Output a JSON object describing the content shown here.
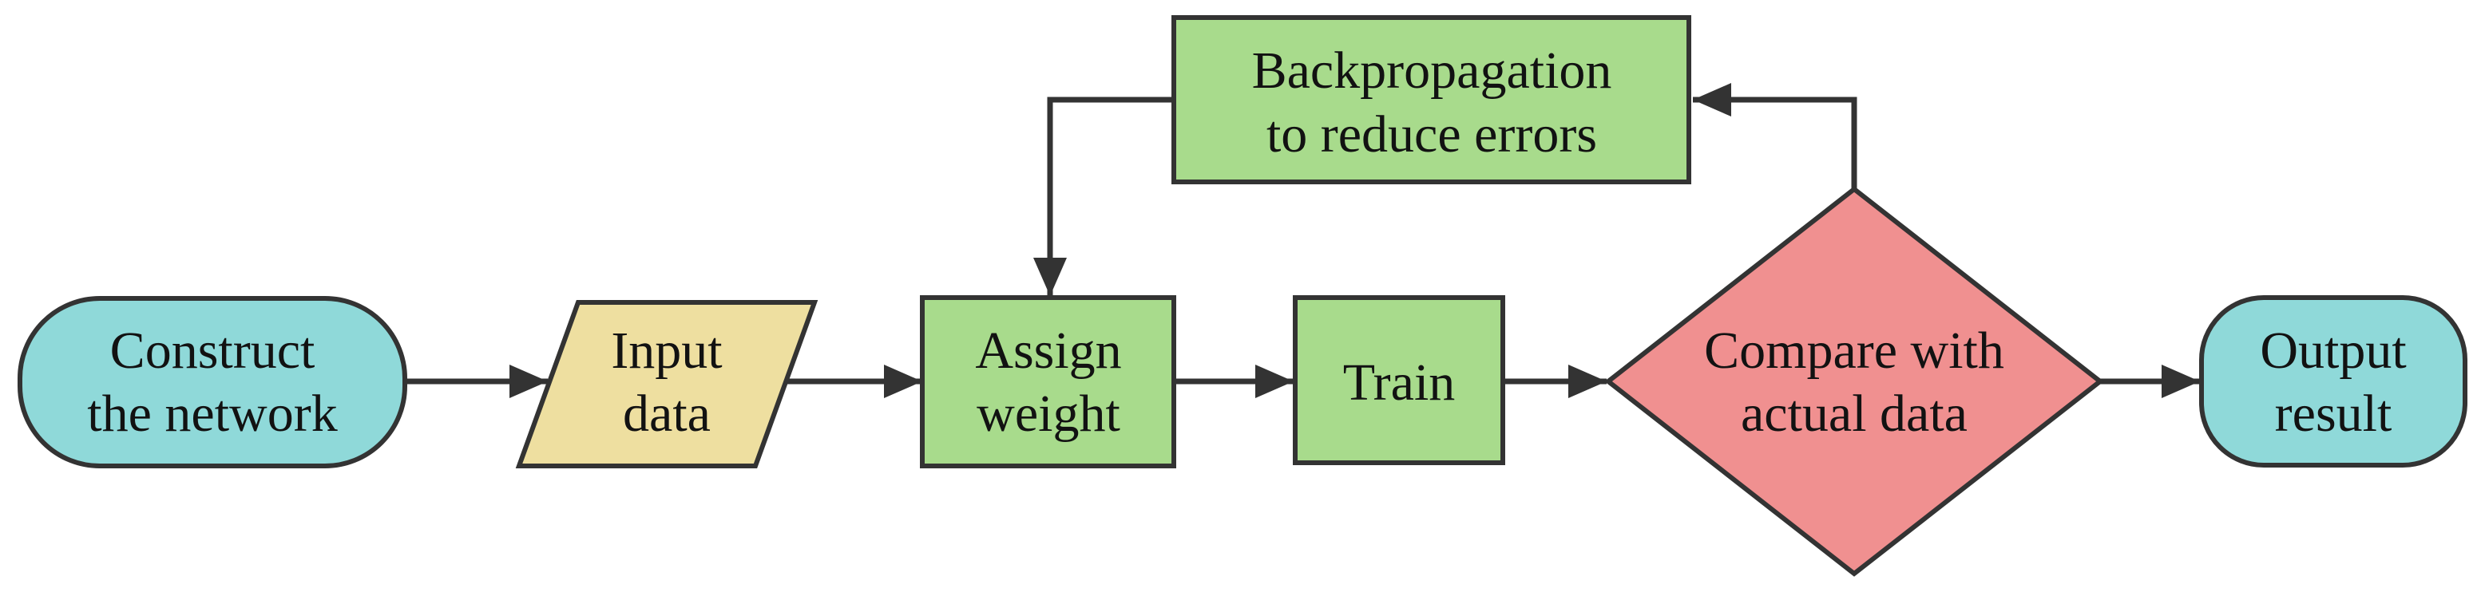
{
  "colors": {
    "teal_fill": "#8FD9D9",
    "khaki_fill": "#EEDFA0",
    "green_fill": "#A8DB8C",
    "red_fill": "#F09090",
    "line": "#333333",
    "text": "#121212"
  },
  "nodes": {
    "construct_network": {
      "shape": "stadium",
      "fill": "#8FD9D9",
      "lines": [
        "Construct",
        "the network"
      ]
    },
    "input_data": {
      "shape": "parallelogram",
      "fill": "#EEDFA0",
      "lines": [
        "Input",
        "data"
      ]
    },
    "assign_weight": {
      "shape": "rectangle",
      "fill": "#A8DB8C",
      "lines": [
        "Assign",
        "weight"
      ]
    },
    "train": {
      "shape": "rectangle",
      "fill": "#A8DB8C",
      "lines": [
        "Train"
      ]
    },
    "compare": {
      "shape": "diamond",
      "fill": "#F09090",
      "lines": [
        "Compare with",
        "actual data"
      ]
    },
    "output_result": {
      "shape": "stadium",
      "fill": "#8FD9D9",
      "lines": [
        "Output",
        "result"
      ]
    },
    "backpropagation": {
      "shape": "rectangle",
      "fill": "#A8DB8C",
      "lines": [
        "Backpropagation",
        "to reduce errors"
      ]
    }
  },
  "edges": [
    {
      "from": "construct_network",
      "to": "input_data"
    },
    {
      "from": "input_data",
      "to": "assign_weight"
    },
    {
      "from": "assign_weight",
      "to": "train"
    },
    {
      "from": "train",
      "to": "compare"
    },
    {
      "from": "compare",
      "to": "output_result"
    },
    {
      "from": "compare",
      "to": "backpropagation"
    },
    {
      "from": "backpropagation",
      "to": "assign_weight"
    }
  ]
}
